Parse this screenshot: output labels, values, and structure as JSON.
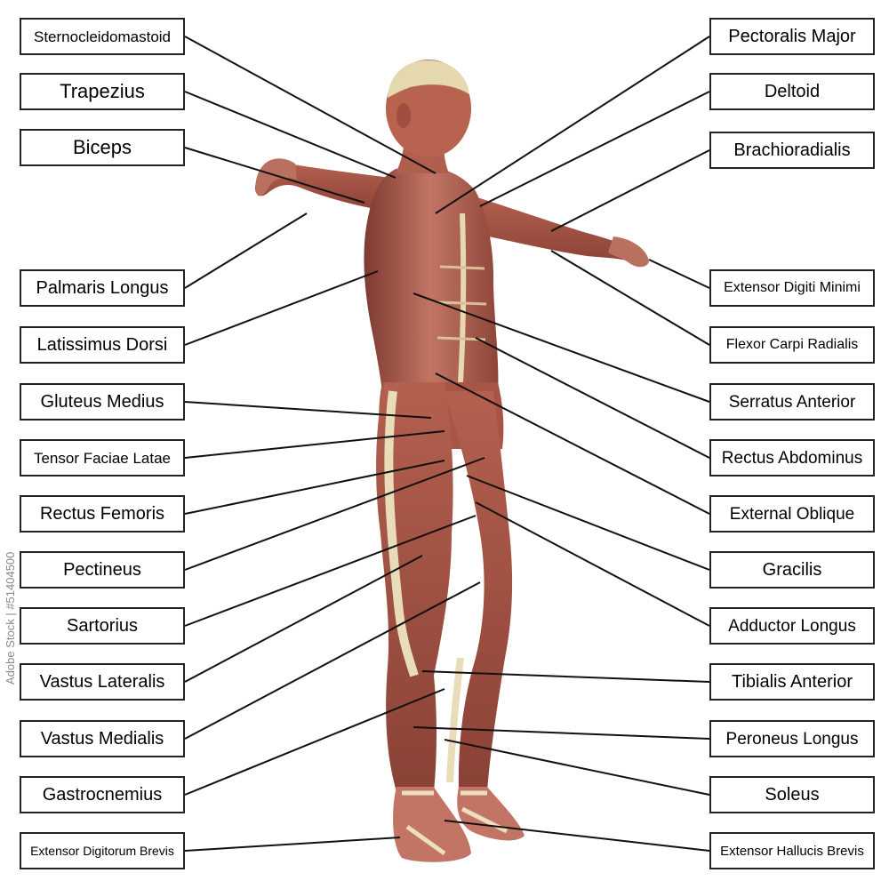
{
  "colors": {
    "skin": "#a8574a",
    "muscle_dark": "#7e3a31",
    "muscle_light": "#c97a68",
    "tendon": "#e6d6b4",
    "leader_line": "#111111",
    "box_border": "#222222"
  },
  "labels": {
    "left": [
      "Sternocleidomastoid",
      "Trapezius",
      "Biceps",
      "Palmaris Longus",
      "Latissimus Dorsi",
      "Gluteus Medius",
      "Tensor Faciae Latae",
      "Rectus Femoris",
      "Pectineus",
      "Sartorius",
      "Vastus Lateralis",
      "Vastus Medialis",
      "Gastrocnemius",
      "Extensor Digitorum Brevis"
    ],
    "right": [
      "Pectoralis Major",
      "Deltoid",
      "Brachioradialis",
      "Extensor Digiti Minimi",
      "Flexor Carpi Radialis",
      "Serratus Anterior",
      "Rectus Abdominus",
      "External Oblique",
      "Gracilis",
      "Adductor Longus",
      "Tibialis Anterior",
      "Peroneus Longus",
      "Soleus",
      "Extensor Hallucis Brevis"
    ]
  },
  "watermark": {
    "side_text": "Adobe Stock | #51404500"
  }
}
